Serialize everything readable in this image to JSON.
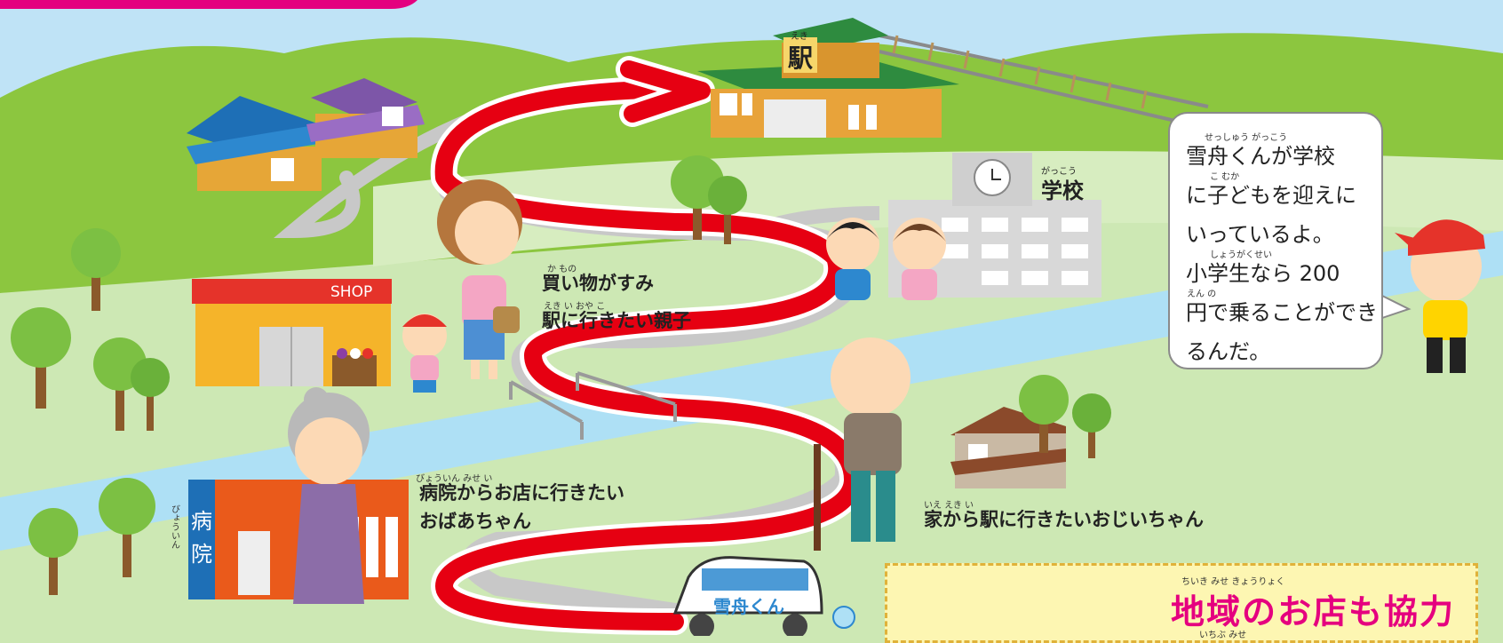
{
  "colors": {
    "sky": "#bfe3f6",
    "hill": "#8cc63f",
    "ground": "#cde8b4",
    "route_red": "#e60012",
    "road_gray": "#c8c8c8",
    "river": "#aee0f5",
    "header_pink": "#e4007f"
  },
  "station": {
    "name": "駅",
    "ruby": "えき"
  },
  "school": {
    "name": "学校",
    "ruby": "がっこう"
  },
  "shop": {
    "sign": "SHOP"
  },
  "hospital": {
    "name": "病院",
    "ruby": "びょういん"
  },
  "van": {
    "label": "雪舟くん"
  },
  "labels": {
    "parent_child": {
      "line1": "買い物がすみ",
      "line2": "駅に行きたい親子",
      "ruby1": "か もの",
      "ruby2": "えき い おや こ"
    },
    "grandma": {
      "line1": "病院からお店に行きたい",
      "line2": "おばあちゃん",
      "ruby1": "びょういん みせ い"
    },
    "grandpa": {
      "line1": "家から駅に行きたいおじいちゃん",
      "ruby1": "いえ えき い"
    }
  },
  "speech_bubble": {
    "lines": [
      "雪舟くんが学校",
      "に子どもを迎えに",
      "いっているよ。",
      "小学生なら 200",
      "円で乗ることができ",
      "るんだ。"
    ],
    "ruby": [
      "せっしゅう がっこう",
      "こ むか",
      "しょうがくせい",
      "えん の"
    ]
  },
  "promo": {
    "title": "地域のお店も協力",
    "ruby": "ちいき みせ きょうりょく",
    "sub_ruby": "いちぶ みせ"
  }
}
